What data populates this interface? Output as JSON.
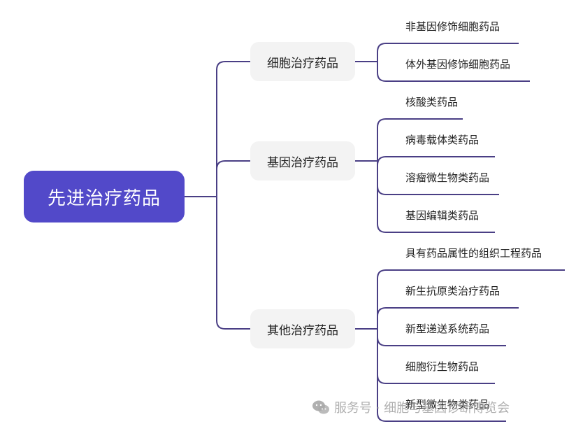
{
  "root": {
    "label": "先进治疗药品"
  },
  "branches": [
    {
      "label": "细胞治疗药品",
      "leaves": [
        "非基因修饰细胞药品",
        "体外基因修饰细胞药品"
      ]
    },
    {
      "label": "基因治疗药品",
      "leaves": [
        "核酸类药品",
        "病毒载体类药品",
        "溶瘤微生物类药品",
        "基因编辑类药品"
      ]
    },
    {
      "label": "其他治疗药品",
      "leaves": [
        "具有药品属性的组织工程药品",
        "新生抗原类治疗药品",
        "新型递送系统药品",
        "细胞衍生物药品",
        "新型微生物类药品"
      ]
    }
  ],
  "watermark": {
    "text": "服务号 · 细胞与基因诊断博览会",
    "icon": "wechat-icon"
  },
  "colors": {
    "root_fill": "#5249c9",
    "branch_fill": "#f3f3f3",
    "connector": "#4a3f85"
  }
}
